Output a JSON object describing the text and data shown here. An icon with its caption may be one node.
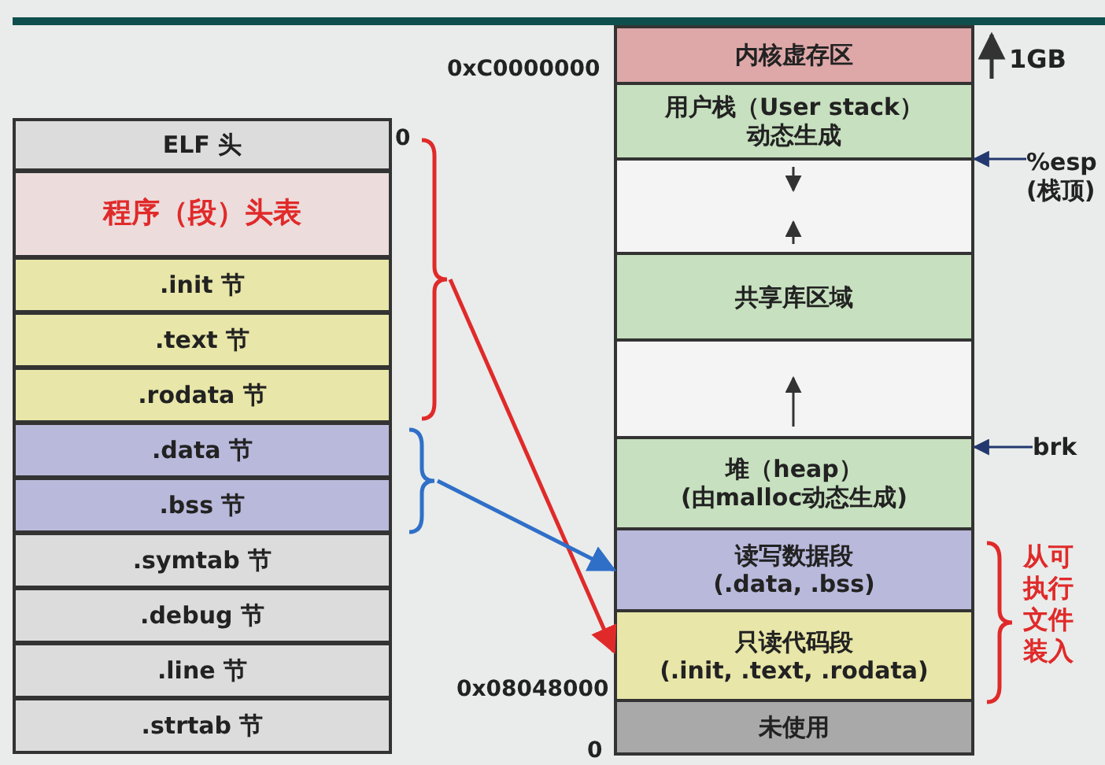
{
  "diagram": {
    "nodes": [
      {
        "text": [
          "ELF 头"
        ]
      },
      {
        "text": [
          "程序（段）头表"
        ]
      },
      {
        "text": [
          ".init 节"
        ]
      },
      {
        "text": [
          ".text 节"
        ]
      },
      {
        "text": [
          ".rodata 节"
        ]
      },
      {
        "text": [
          ".data 节"
        ]
      },
      {
        "text": [
          ".bss 节"
        ]
      },
      {
        "text": [
          ".symtab 节"
        ]
      },
      {
        "text": [
          ".debug 节"
        ]
      },
      {
        "text": [
          ".line 节"
        ]
      },
      {
        "text": [
          ".strtab 节"
        ]
      },
      {
        "text": [
          "内核虚存区"
        ]
      },
      {
        "text": [
          "用户栈（User stack）",
          "动态生成"
        ]
      },
      {
        "text": [],
        "shape": "box"
      },
      {
        "text": [
          "共享库区域"
        ]
      },
      {
        "text": [],
        "shape": "box"
      },
      {
        "text": [
          "堆（heap）",
          "(由malloc动态生成)"
        ]
      },
      {
        "text": [
          "读写数据段",
          "(.data, .bss)"
        ]
      },
      {
        "text": [
          "只读代码段",
          "(.init, .text, .rodata)"
        ]
      },
      {
        "text": [
          "未使用"
        ]
      },
      {
        "text": [
          "%esp",
          "(栈顶)"
        ]
      },
      {
        "text": [
          "brk"
        ]
      },
      {
        "text": [],
        "shape": "bracket"
      },
      {
        "text": [],
        "shape": "bracket"
      }
    ],
    "edges": [
      {
        "from": 22,
        "to": 18,
        "arrow": "to",
        "color": "#e02a2a"
      },
      {
        "from": 23,
        "to": 17,
        "arrow": "to",
        "color": "#2f6fc8"
      },
      {
        "from": 20,
        "to": 12,
        "arrow": "to",
        "color": "#23386e"
      },
      {
        "from": 21,
        "to": 16,
        "arrow": "to",
        "color": "#23386e"
      }
    ],
    "labels": [
      "0xC0000000",
      "1GB",
      "0",
      "0x08048000",
      "从可执行文件装入",
      "0"
    ]
  }
}
